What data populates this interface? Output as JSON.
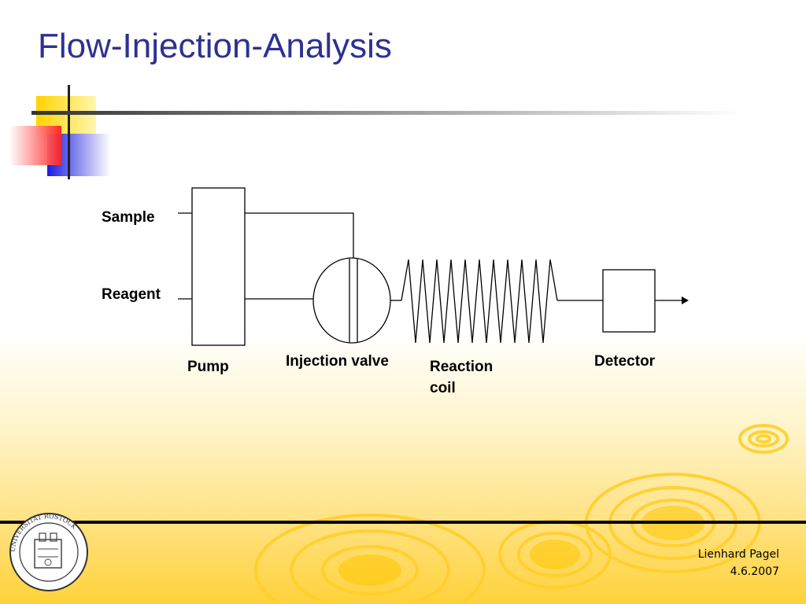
{
  "slide": {
    "title": "Flow-Injection-Analysis"
  },
  "diagram": {
    "labels": {
      "sample": "Sample",
      "reagent": "Reagent",
      "pump": "Pump",
      "injection_valve": "Injection valve",
      "reaction_coil_line1": "Reaction",
      "reaction_coil_line2": "coil",
      "detector": "Detector"
    }
  },
  "footer": {
    "author": "Lienhard Pagel",
    "date": "4.6.2007",
    "seal_text": "UNIVERSITAT ROSTOCK"
  },
  "colors": {
    "title": "#2e3192",
    "deco_yellow": "#ffd400",
    "deco_red": "#ff3030",
    "deco_blue": "#2020e0",
    "footer_gold": "#ffd23a"
  }
}
